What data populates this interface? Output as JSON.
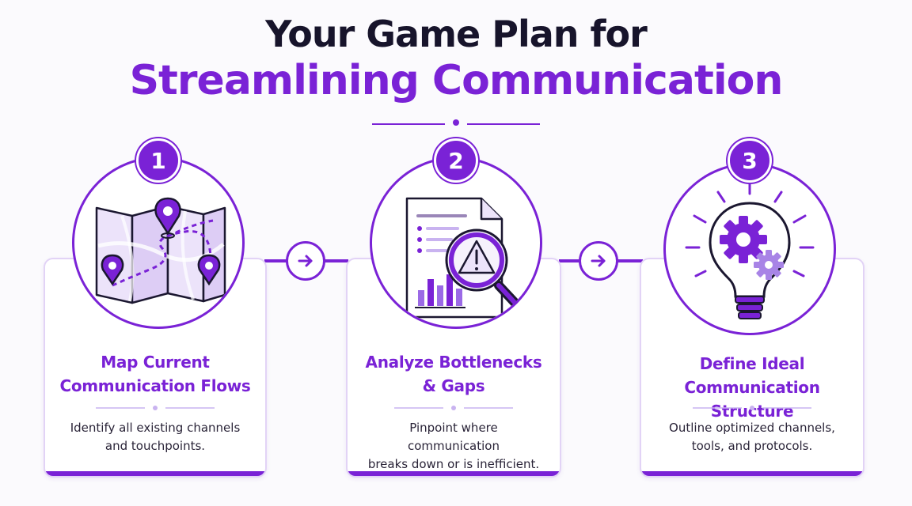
{
  "header": {
    "title_line1": "Your Game Plan for",
    "title_line2": "Streamlining Communication"
  },
  "colors": {
    "accent": "#7a22d6",
    "accent_light": "#c9b3f0",
    "accent_pale": "#ece3fa",
    "text_dark": "#17142b"
  },
  "steps": [
    {
      "number": "1",
      "icon": "map-with-pins-icon",
      "title_line1": "Map Current",
      "title_line2": "Communication Flows",
      "description_line1": "Identify all existing channels",
      "description_line2": "and touchpoints."
    },
    {
      "number": "2",
      "icon": "report-magnifier-warning-icon",
      "title_line1": "Analyze Bottlenecks",
      "title_line2": "& Gaps",
      "description_line1": "Pinpoint where communication",
      "description_line2": "breaks down or is inefficient."
    },
    {
      "number": "3",
      "icon": "lightbulb-gears-icon",
      "title_line1": "Define Ideal",
      "title_line2": "Communication Structure",
      "description_line1": "Outline optimized channels,",
      "description_line2": "tools, and protocols."
    }
  ],
  "connectors": [
    {
      "icon": "arrow-right-icon"
    },
    {
      "icon": "arrow-right-icon"
    }
  ]
}
